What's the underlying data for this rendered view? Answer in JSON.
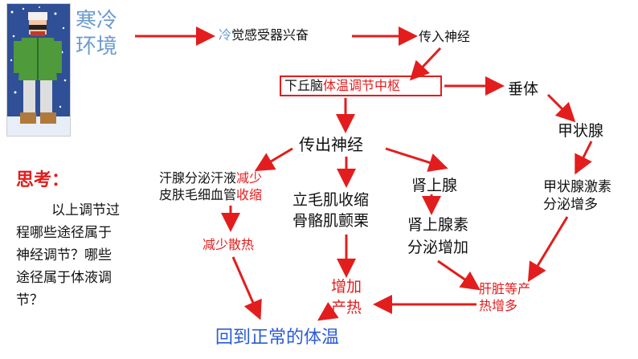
{
  "colors": {
    "arrow": "#e31d1d",
    "title_blue": "#6b9bd2",
    "text": "#111111",
    "accent_red": "#e31d1d",
    "result_blue": "#2a5bd7"
  },
  "illustration": {
    "icon": "person-in-snow-icon"
  },
  "env": {
    "line1": "寒冷",
    "line2": "环境"
  },
  "receptor": {
    "highlight": "冷",
    "rest": "觉感受器兴奋"
  },
  "afferent": "传入神经",
  "hypothalamus": {
    "prefix": "下丘脑",
    "highlight": "体温调节中枢"
  },
  "pituitary": "垂体",
  "thyroid": "甲状腺",
  "thyroid_hormone": {
    "line1": "甲状腺激素",
    "line2": "分泌增多"
  },
  "efferent": "传出神经",
  "sweat": {
    "line1_prefix": "汗腺分泌汗液",
    "line1_highlight": "减少",
    "line2_prefix": "皮肤毛细血管",
    "line2_highlight": "收缩"
  },
  "reduce_heat": "减少散热",
  "muscle": {
    "line1": "立毛肌收缩",
    "line2": "骨骼肌颤栗"
  },
  "adrenal": "肾上腺",
  "adrenaline": {
    "line1": "肾上腺素",
    "line2": "分泌增加"
  },
  "heat_gain": {
    "line1": "增加",
    "line2": "产热"
  },
  "liver": {
    "line1": "肝脏等产",
    "line2": "热增多"
  },
  "result": "回到正常的体温",
  "think": {
    "title": "思考：",
    "lines": [
      "以上调节过",
      "程哪些途径属于",
      "神经调节？哪些",
      "途径属于体液调",
      "节？"
    ]
  }
}
